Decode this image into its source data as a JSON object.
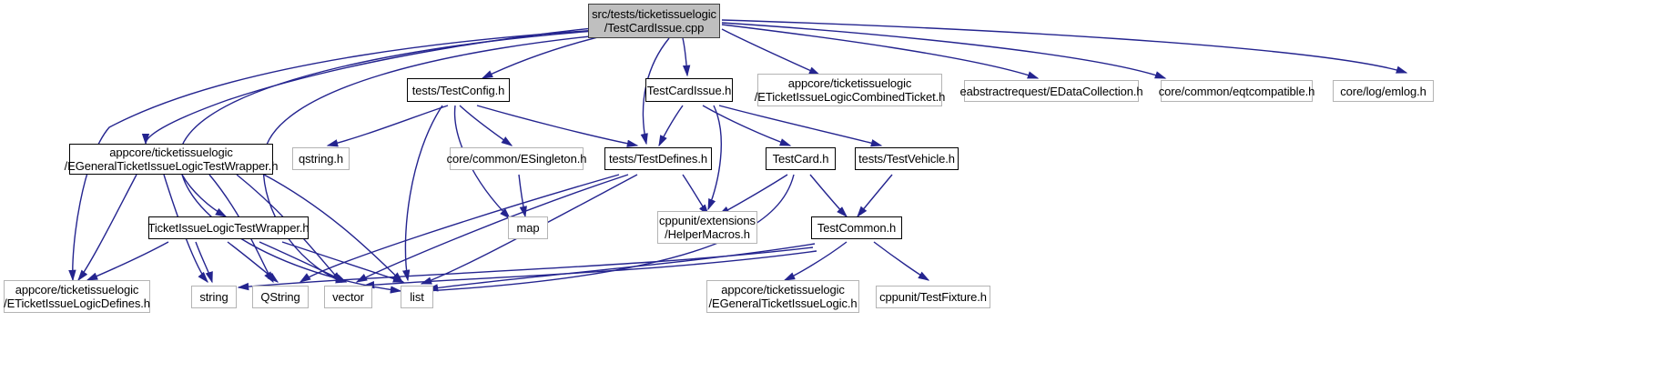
{
  "graph": {
    "type": "include-dependency-graph",
    "title": "src/tests/ticketissuelogic/TestCardIssue.cpp",
    "edge_color": "#24248f",
    "root_fill": "#bfbfbf",
    "node_fill": "#ffffff",
    "nodes": [
      {
        "id": "root",
        "label_line1": "src/tests/ticketissuelogic",
        "label_line2": "/TestCardIssue.cpp"
      },
      {
        "id": "testconfig",
        "label_line1": "tests/TestConfig.h",
        "label_line2": ""
      },
      {
        "id": "testcardissue_h",
        "label_line1": "TestCardIssue.h",
        "label_line2": ""
      },
      {
        "id": "combinedticket",
        "label_line1": "appcore/ticketissuelogic",
        "label_line2": "/ETicketIssueLogicCombinedTicket.h"
      },
      {
        "id": "edatacollection",
        "label_line1": "eabstractrequest/EDataCollection.h",
        "label_line2": ""
      },
      {
        "id": "eqtcompatible",
        "label_line1": "core/common/eqtcompatible.h",
        "label_line2": ""
      },
      {
        "id": "emlog",
        "label_line1": "core/log/emlog.h",
        "label_line2": ""
      },
      {
        "id": "testwrapper_h",
        "label_line1": "appcore/ticketissuelogic",
        "label_line2": "/EGeneralTicketIssueLogicTestWrapper.h"
      },
      {
        "id": "qstring_h",
        "label_line1": "qstring.h",
        "label_line2": ""
      },
      {
        "id": "esingleton",
        "label_line1": "core/common/ESingleton.h",
        "label_line2": ""
      },
      {
        "id": "testdefines",
        "label_line1": "tests/TestDefines.h",
        "label_line2": ""
      },
      {
        "id": "testcard",
        "label_line1": "TestCard.h",
        "label_line2": ""
      },
      {
        "id": "testvehicle",
        "label_line1": "tests/TestVehicle.h",
        "label_line2": ""
      },
      {
        "id": "tilstestwrapper",
        "label_line1": "TicketIssueLogicTestWrapper.h",
        "label_line2": ""
      },
      {
        "id": "map",
        "label_line1": "map",
        "label_line2": ""
      },
      {
        "id": "helpermacros",
        "label_line1": "cppunit/extensions",
        "label_line2": "/HelperMacros.h"
      },
      {
        "id": "testcommon",
        "label_line1": "TestCommon.h",
        "label_line2": ""
      },
      {
        "id": "etildefines",
        "label_line1": "appcore/ticketissuelogic",
        "label_line2": "/ETicketIssueLogicDefines.h"
      },
      {
        "id": "string",
        "label_line1": "string",
        "label_line2": ""
      },
      {
        "id": "QString",
        "label_line1": "QString",
        "label_line2": ""
      },
      {
        "id": "vector",
        "label_line1": "vector",
        "label_line2": ""
      },
      {
        "id": "list",
        "label_line1": "list",
        "label_line2": ""
      },
      {
        "id": "egeneraltil",
        "label_line1": "appcore/ticketissuelogic",
        "label_line2": "/EGeneralTicketIssueLogic.h"
      },
      {
        "id": "testfixture",
        "label_line1": "cppunit/TestFixture.h",
        "label_line2": ""
      }
    ],
    "edges": [
      {
        "from": "root",
        "to": "testwrapper_h"
      },
      {
        "from": "root",
        "to": "testconfig"
      },
      {
        "from": "root",
        "to": "testcardissue_h"
      },
      {
        "from": "root",
        "to": "combinedticket"
      },
      {
        "from": "root",
        "to": "edatacollection"
      },
      {
        "from": "root",
        "to": "eqtcompatible"
      },
      {
        "from": "root",
        "to": "emlog"
      },
      {
        "from": "root",
        "to": "testdefines"
      },
      {
        "from": "root",
        "to": "etildefines"
      },
      {
        "from": "root",
        "to": "list"
      },
      {
        "from": "root",
        "to": "vector"
      },
      {
        "from": "testconfig",
        "to": "qstring_h"
      },
      {
        "from": "testconfig",
        "to": "esingleton"
      },
      {
        "from": "testconfig",
        "to": "testdefines"
      },
      {
        "from": "testconfig",
        "to": "map"
      },
      {
        "from": "testconfig",
        "to": "list"
      },
      {
        "from": "testcardissue_h",
        "to": "testdefines"
      },
      {
        "from": "testcardissue_h",
        "to": "testcard"
      },
      {
        "from": "testcardissue_h",
        "to": "helpermacros"
      },
      {
        "from": "testcardissue_h",
        "to": "testvehicle"
      },
      {
        "from": "testwrapper_h",
        "to": "tilstestwrapper"
      },
      {
        "from": "testwrapper_h",
        "to": "etildefines"
      },
      {
        "from": "testwrapper_h",
        "to": "string"
      },
      {
        "from": "testwrapper_h",
        "to": "QString"
      },
      {
        "from": "testwrapper_h",
        "to": "vector"
      },
      {
        "from": "testwrapper_h",
        "to": "list"
      },
      {
        "from": "tilstestwrapper",
        "to": "etildefines"
      },
      {
        "from": "tilstestwrapper",
        "to": "string"
      },
      {
        "from": "tilstestwrapper",
        "to": "QString"
      },
      {
        "from": "tilstestwrapper",
        "to": "vector"
      },
      {
        "from": "tilstestwrapper",
        "to": "list"
      },
      {
        "from": "esingleton",
        "to": "map"
      },
      {
        "from": "testdefines",
        "to": "list"
      },
      {
        "from": "testdefines",
        "to": "vector"
      },
      {
        "from": "testdefines",
        "to": "QString"
      },
      {
        "from": "testdefines",
        "to": "helpermacros"
      },
      {
        "from": "testcard",
        "to": "helpermacros"
      },
      {
        "from": "testcard",
        "to": "testcommon"
      },
      {
        "from": "testcard",
        "to": "list"
      },
      {
        "from": "testvehicle",
        "to": "testcommon"
      },
      {
        "from": "testcommon",
        "to": "egeneraltil"
      },
      {
        "from": "testcommon",
        "to": "testfixture"
      },
      {
        "from": "testcommon",
        "to": "list"
      },
      {
        "from": "testcommon",
        "to": "string"
      },
      {
        "from": "testcommon",
        "to": "vector"
      }
    ]
  }
}
